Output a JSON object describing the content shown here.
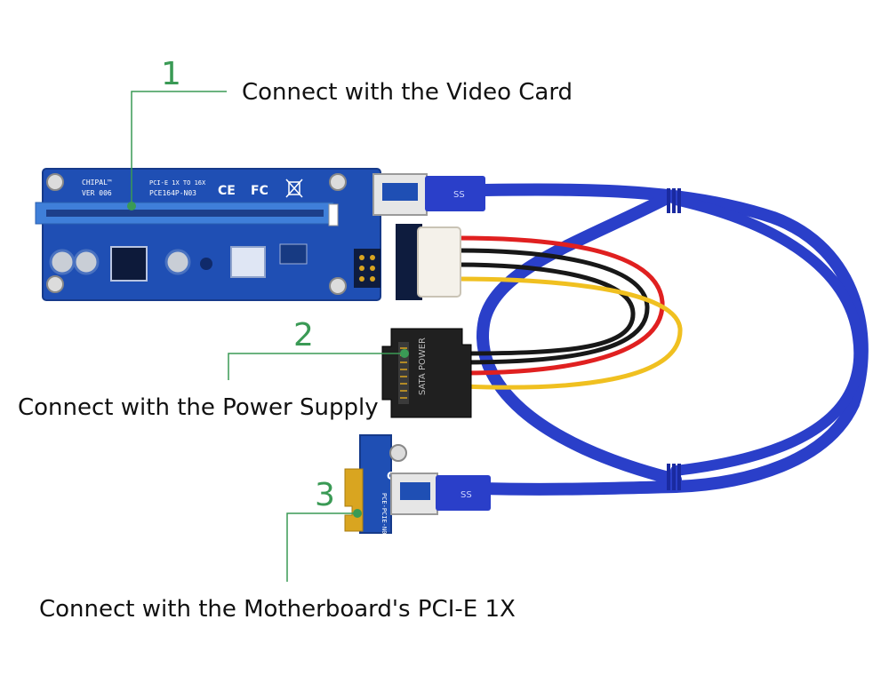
{
  "colors": {
    "callout_green": "#3a9a55",
    "pcb_blue": "#1f4fb4",
    "cable_blue": "#2a3fc9",
    "wire_red": "#e02020",
    "wire_yellow": "#f0c020",
    "wire_black": "#181818",
    "slot_blue": "#3f7fd9",
    "gold": "#d9a520"
  },
  "callouts": [
    {
      "number": "1",
      "text": "Connect with the Video Card"
    },
    {
      "number": "2",
      "text": "Connect with the Power Supply"
    },
    {
      "number": "3",
      "text": "Connect with the Motherboard's PCI-E 1X"
    }
  ],
  "large_board": {
    "brand": "CHIPAL™",
    "version": "VER 006",
    "line1": "PCI-E 1X TO 16X",
    "line2": "PCE164P-N03",
    "ce": "CE",
    "fcc": "FC"
  },
  "small_board": {
    "ce": "CE",
    "model": "PCE-PCIE-N06"
  },
  "sata_label": "SATA POWER",
  "usb_ss_label": "SS"
}
